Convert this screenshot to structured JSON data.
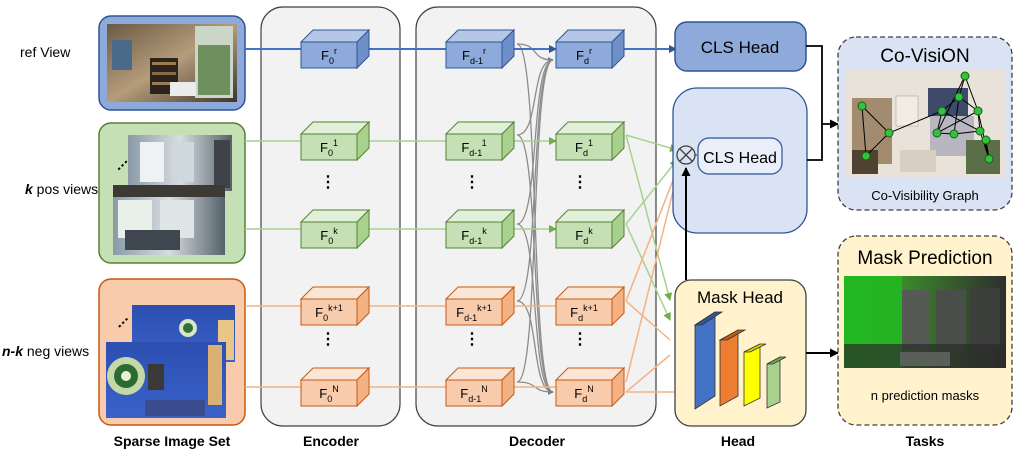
{
  "row_labels": {
    "ref": "ref View",
    "pos_k": "k",
    "pos_rest": " pos views",
    "neg_k": "n-k",
    "neg_rest": " neg views"
  },
  "section_labels": {
    "input": "Sparse Image Set",
    "encoder": "Encoder",
    "decoder": "Decoder",
    "head": "Head",
    "tasks": "Tasks"
  },
  "encoder_cubes": [
    {
      "base": "F",
      "sub": "0",
      "sup": "r",
      "kind": "ref"
    },
    {
      "base": "F",
      "sub": "0",
      "sup": "1",
      "kind": "pos"
    },
    {
      "base": "F",
      "sub": "0",
      "sup": "k",
      "kind": "pos"
    },
    {
      "base": "F",
      "sub": "0",
      "sup": "k+1",
      "kind": "neg"
    },
    {
      "base": "F",
      "sub": "0",
      "sup": "N",
      "kind": "neg"
    }
  ],
  "decoder_in_cubes": [
    {
      "base": "F",
      "sub": "d-1",
      "sup": "r",
      "kind": "ref"
    },
    {
      "base": "F",
      "sub": "d-1",
      "sup": "1",
      "kind": "pos"
    },
    {
      "base": "F",
      "sub": "d-1",
      "sup": "k",
      "kind": "pos"
    },
    {
      "base": "F",
      "sub": "d-1",
      "sup": "k+1",
      "kind": "neg"
    },
    {
      "base": "F",
      "sub": "d-1",
      "sup": "N",
      "kind": "neg"
    }
  ],
  "decoder_out_cubes": [
    {
      "base": "F",
      "sub": "d",
      "sup": "r",
      "kind": "ref"
    },
    {
      "base": "F",
      "sub": "d",
      "sup": "1",
      "kind": "pos"
    },
    {
      "base": "F",
      "sub": "d",
      "sup": "k",
      "kind": "pos"
    },
    {
      "base": "F",
      "sub": "d",
      "sup": "k+1",
      "kind": "neg"
    },
    {
      "base": "F",
      "sub": "d",
      "sup": "N",
      "kind": "neg"
    }
  ],
  "ellipsis": "⋮",
  "ellipsis_small": "⋮",
  "heads": {
    "cls_head_top": "CLS Head",
    "cls_head_inner": "CLS Head",
    "mask_head": "Mask Head"
  },
  "tasks": {
    "covision_title": "Co-VisiON",
    "covision_caption": "Co-Visibility Graph",
    "mask_title": "Mask Prediction",
    "mask_caption": "n prediction masks"
  },
  "colors": {
    "ref_fill": "#8eaadb",
    "ref_stroke": "#2f5597",
    "pos_fill": "#c5e0b4",
    "pos_stroke": "#548235",
    "neg_fill": "#f8cbad",
    "neg_stroke": "#c55a11",
    "panel_fill": "#f2f2f2",
    "head_blue": "#dae3f3",
    "mask_head_fill": "#fff2cc",
    "covision_fill": "#dae3f3",
    "mask_task_fill": "#fff2cc"
  }
}
